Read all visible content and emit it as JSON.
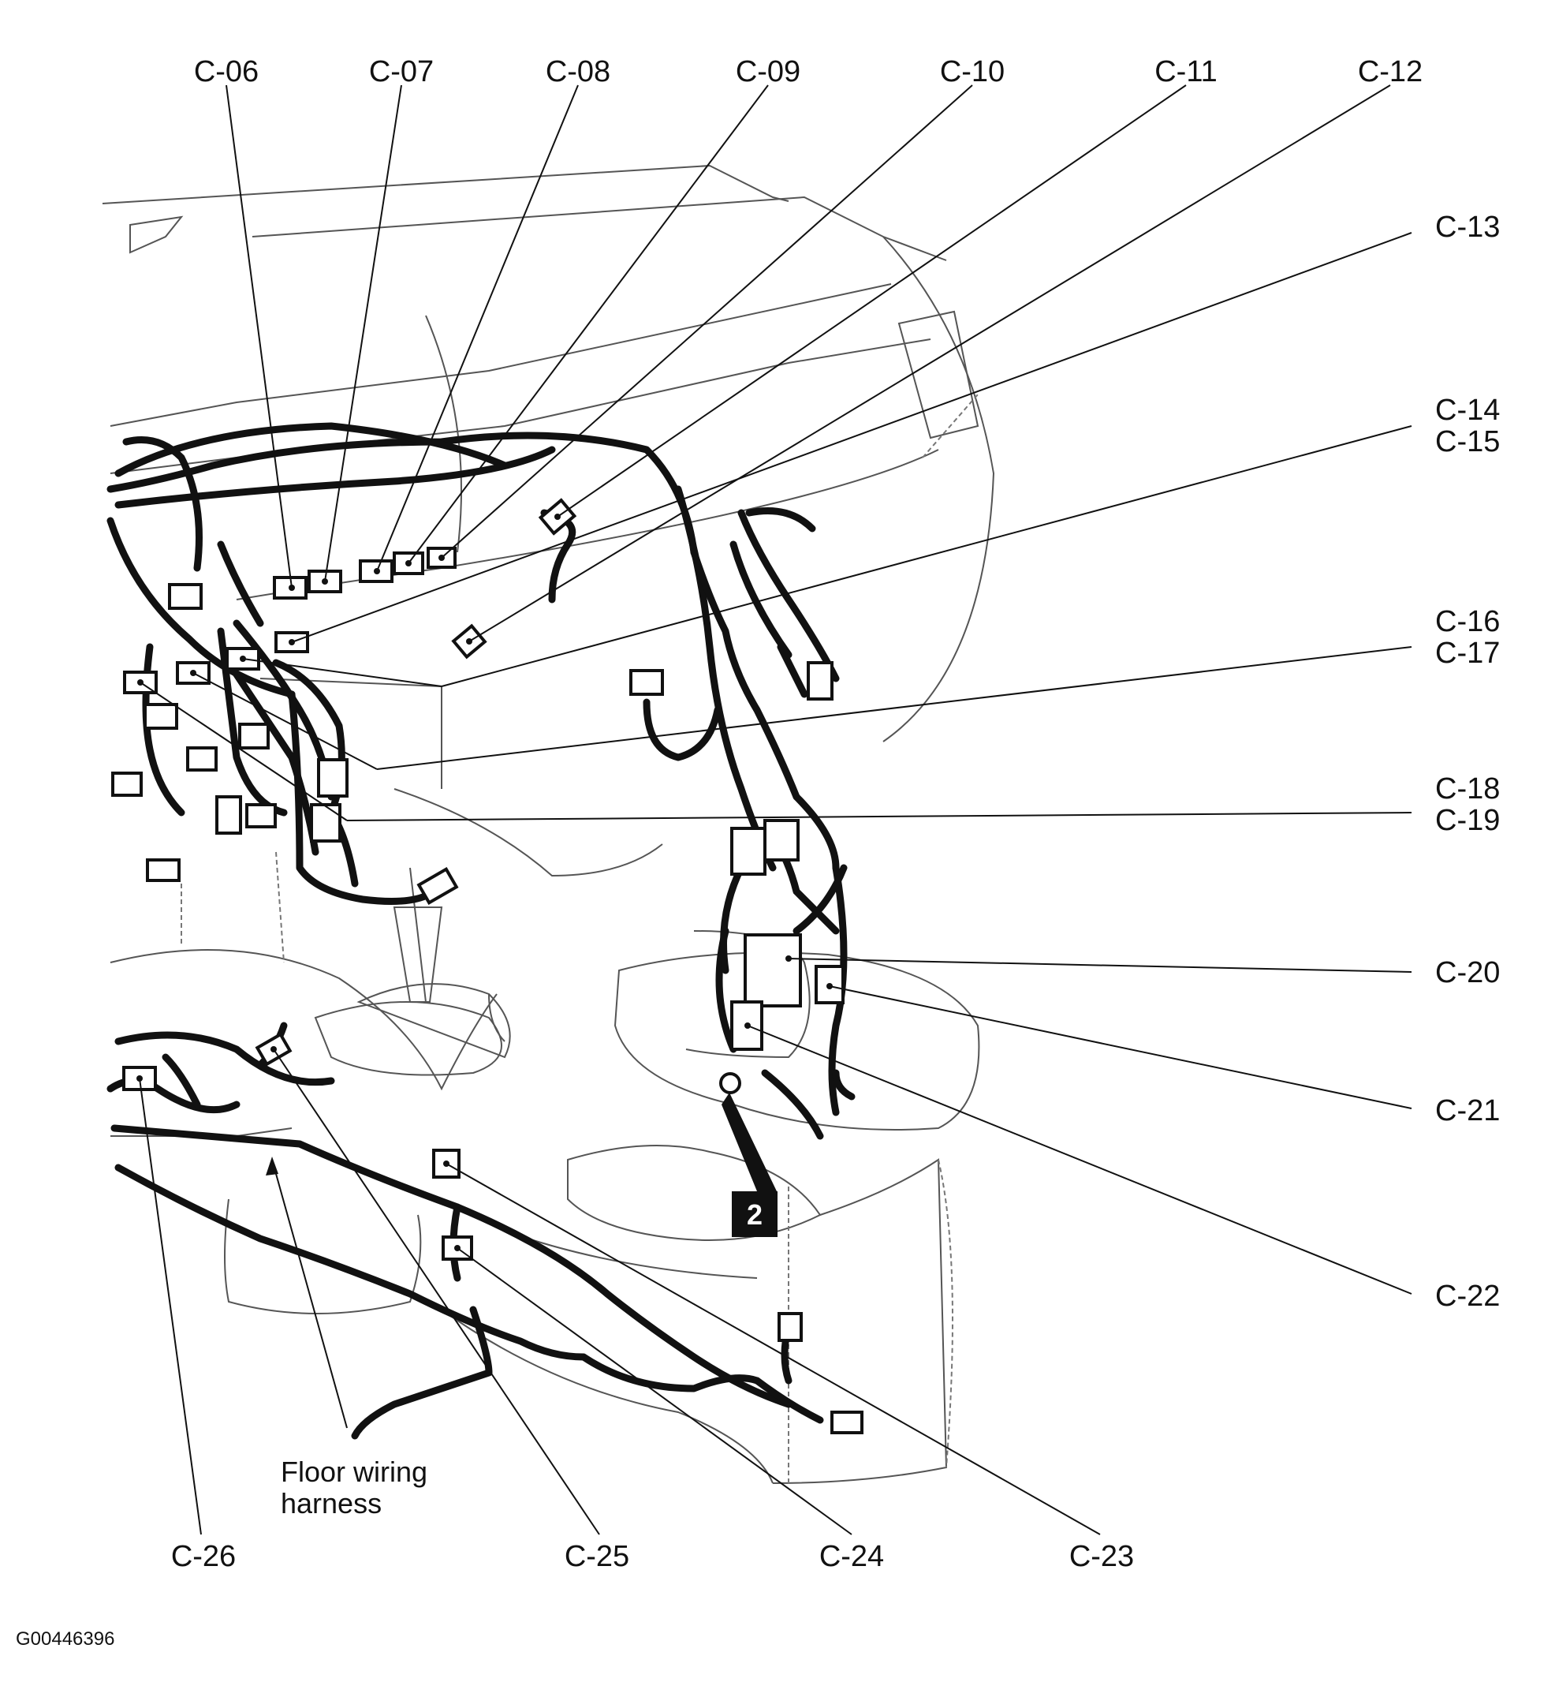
{
  "callouts": {
    "top": [
      "C-06",
      "C-07",
      "C-08",
      "C-09",
      "C-10",
      "C-11",
      "C-12"
    ],
    "right": [
      "C-13",
      "C-14",
      "C-15",
      "C-16",
      "C-17",
      "C-18",
      "C-19",
      "C-20",
      "C-21",
      "C-22"
    ],
    "bottom": [
      "C-26",
      "C-25",
      "C-24",
      "C-23"
    ]
  },
  "floor_harness_label": [
    "Floor wiring",
    "harness"
  ],
  "marker_number": "2",
  "figure_id": "G00446396"
}
